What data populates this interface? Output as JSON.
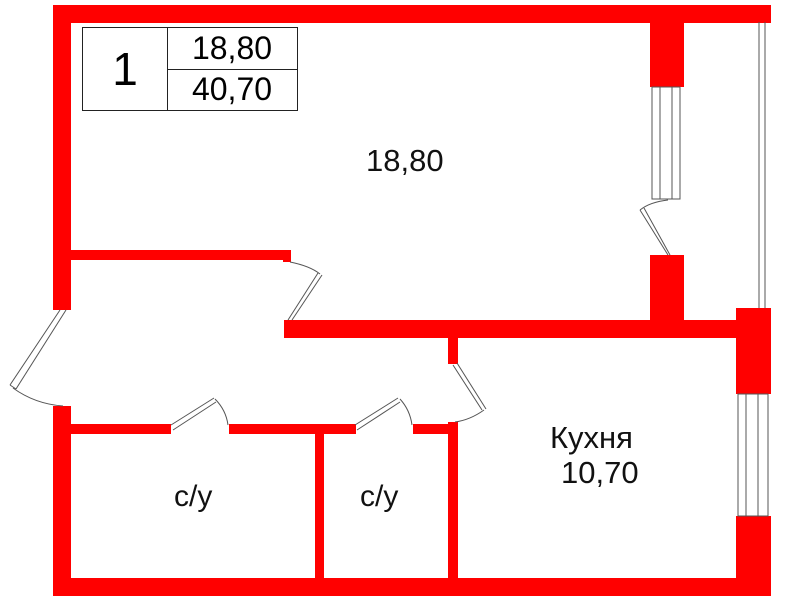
{
  "legend": {
    "room_count": "1",
    "living_area": "18,80",
    "total_area": "40,70"
  },
  "rooms": {
    "living_room": {
      "area": "18,80"
    },
    "kitchen": {
      "name": "Кухня",
      "area": "10,70"
    },
    "bathroom_1": {
      "name": "с/у"
    },
    "bathroom_2": {
      "name": "с/у"
    }
  },
  "colors": {
    "wall": "#ff0000",
    "line": "#555555"
  }
}
